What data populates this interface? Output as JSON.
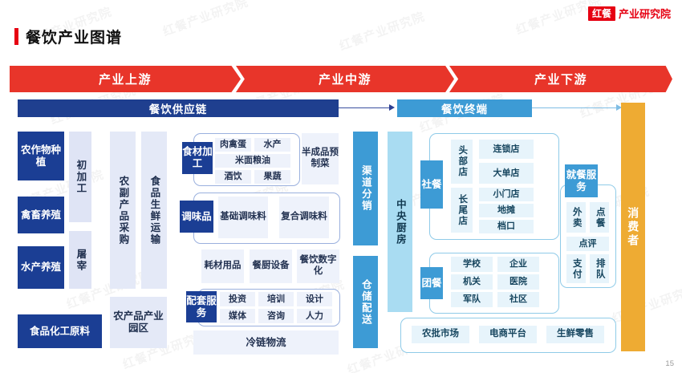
{
  "logo": {
    "mark": "红餐",
    "text": "产业研究院"
  },
  "header": {
    "title": "餐饮产业图谱",
    "page_number": "15"
  },
  "watermark_text": "红餐产业研究院",
  "stages": [
    {
      "label": "产业上游"
    },
    {
      "label": "产业中游"
    },
    {
      "label": "产业下游"
    }
  ],
  "section_headers": {
    "supply_chain": "餐饮供应链",
    "terminal": "餐饮终端"
  },
  "upstream": {
    "raw": [
      {
        "label": "农作物种植"
      },
      {
        "label": "禽畜养殖"
      },
      {
        "label": "水产养殖"
      },
      {
        "label": "食品化工原料"
      }
    ],
    "process": [
      {
        "label": "初加工"
      },
      {
        "label": "屠宰"
      }
    ],
    "logistics": [
      {
        "label": "农副产品采购"
      },
      {
        "label": "食品生鲜运输"
      }
    ],
    "park": "农产品产业园区"
  },
  "midstream": {
    "food_processing": {
      "tab": "食材加工",
      "items": [
        "肉禽蛋",
        "水产",
        "米面粮油",
        "酒饮",
        "果蔬"
      ],
      "prepared": "半成品预制菜"
    },
    "seasoning": {
      "tab": "调味品",
      "items": [
        "基础调味料",
        "复合调味料"
      ]
    },
    "equipment": [
      "耗材用品",
      "餐厨设备",
      "餐饮数字化"
    ],
    "support": {
      "tab": "配套服务",
      "items": [
        "投资",
        "培训",
        "设计",
        "媒体",
        "咨询",
        "人力"
      ]
    },
    "cold_chain": "冷链物流",
    "channels": [
      {
        "label": "渠道分销"
      },
      {
        "label": "仓储配送"
      }
    ],
    "central_kitchen": "中央厨房"
  },
  "downstream": {
    "social_dining": {
      "tab": "社餐",
      "head_stores": {
        "label": "头部店",
        "items": [
          "连锁店",
          "大单店"
        ]
      },
      "tail_stores": {
        "label": "长尾店",
        "items": [
          "小门店",
          "地摊",
          "档口"
        ]
      }
    },
    "group_dining": {
      "tab": "团餐",
      "items": [
        "学校",
        "企业",
        "机关",
        "医院",
        "军队",
        "社区"
      ]
    },
    "dining_service": {
      "tab": "就餐服务",
      "items": [
        "外卖",
        "点餐",
        "点评",
        "支付",
        "排队"
      ]
    },
    "retail_channels": [
      "农批市场",
      "电商平台",
      "生鲜零售"
    ],
    "consumer": "消费者"
  },
  "colors": {
    "brand_red": "#e60012",
    "stage_red": "#e8352a",
    "navy": "#1b3e94",
    "header_navy": "#1f3f8f",
    "blue": "#3d9bd5",
    "light_blue": "#a9dcf2",
    "orange": "#eeab33",
    "lavender": "#dfe4f5"
  }
}
